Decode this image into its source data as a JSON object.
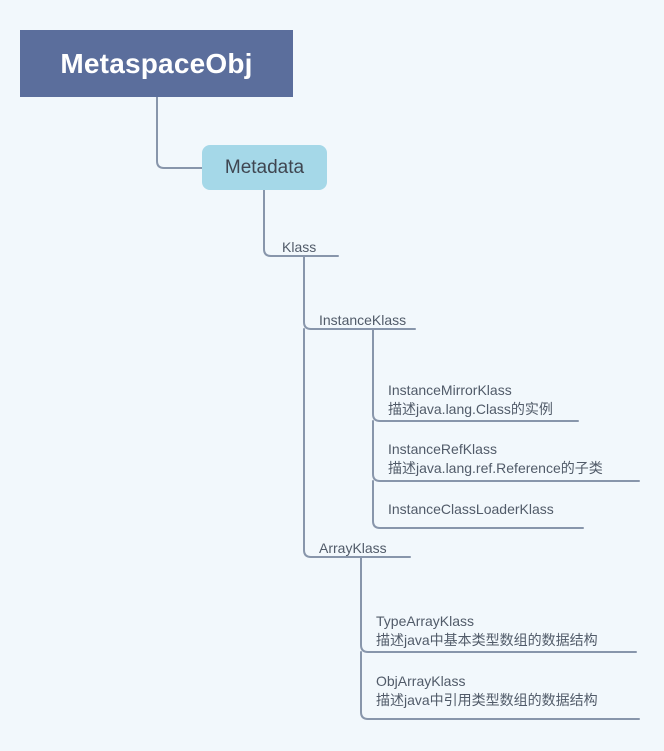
{
  "diagram": {
    "title": "MetaspaceObj",
    "type": "tree",
    "background_color": "#f2f8fc",
    "line_color": "#8896ab",
    "root": {
      "label": "MetaspaceObj",
      "fill_color": "#5b6e9c",
      "text_color": "#ffffff"
    },
    "level1": {
      "label": "Metadata",
      "fill_color": "#a5d8e8",
      "text_color": "#3f4651"
    },
    "level2": {
      "label": "Klass",
      "text_color": "#515b69"
    },
    "branches": [
      {
        "label": "InstanceKlass",
        "children": [
          {
            "title": "InstanceMirrorKlass",
            "desc": "描述java.lang.Class的实例"
          },
          {
            "title": "InstanceRefKlass",
            "desc": "描述java.lang.ref.Reference的子类"
          },
          {
            "title": "InstanceClassLoaderKlass",
            "desc": ""
          }
        ]
      },
      {
        "label": "ArrayKlass",
        "children": [
          {
            "title": "TypeArrayKlass",
            "desc": "描述java中基本类型数组的数据结构"
          },
          {
            "title": "ObjArrayKlass",
            "desc": "描述java中引用类型数组的数据结构"
          }
        ]
      }
    ]
  }
}
